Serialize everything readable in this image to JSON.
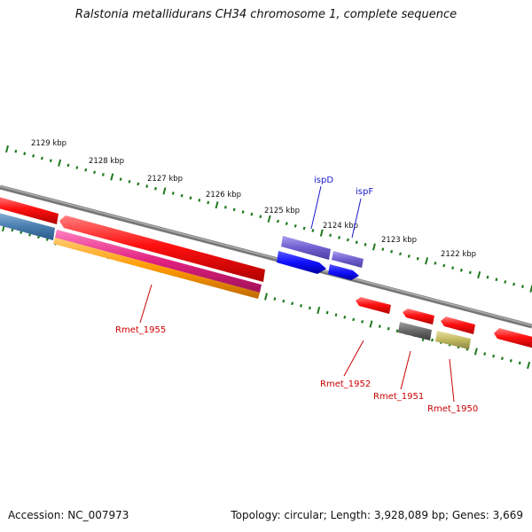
{
  "title": "Ralstonia metallidurans CH34 chromosome 1, complete sequence",
  "footer": {
    "accession": "Accession: NC_007973",
    "summary": "Topology: circular; Length: 3,928,089 bp; Genes: 3,669"
  },
  "scale_labels": [
    "2129 kbp",
    "2128 kbp",
    "2127 kbp",
    "2126 kbp",
    "2125 kbp",
    "2124 kbp",
    "2123 kbp",
    "2122 kbp"
  ],
  "gene_labels": {
    "ispD": "ispD",
    "ispF": "ispF",
    "rmet_1955": "Rmet_1955",
    "rmet_1952": "Rmet_1952",
    "rmet_1951": "Rmet_1951",
    "rmet_1950": "Rmet_1950"
  },
  "colors": {
    "backbone": "#8a8a8a",
    "tick": "#1f7a1f",
    "cds_red": "#ff0000",
    "cds_blue": "#1a1aff",
    "cds_purple": "#6f5fcf",
    "cds_pink": "#e0207f",
    "cds_orange": "#ff9900",
    "cds_steelblue": "#4a7fb0",
    "cds_gray": "#666666",
    "cds_khaki": "#c0b860",
    "label_red": "#cc0000",
    "label_blue": "#1a1acc"
  }
}
